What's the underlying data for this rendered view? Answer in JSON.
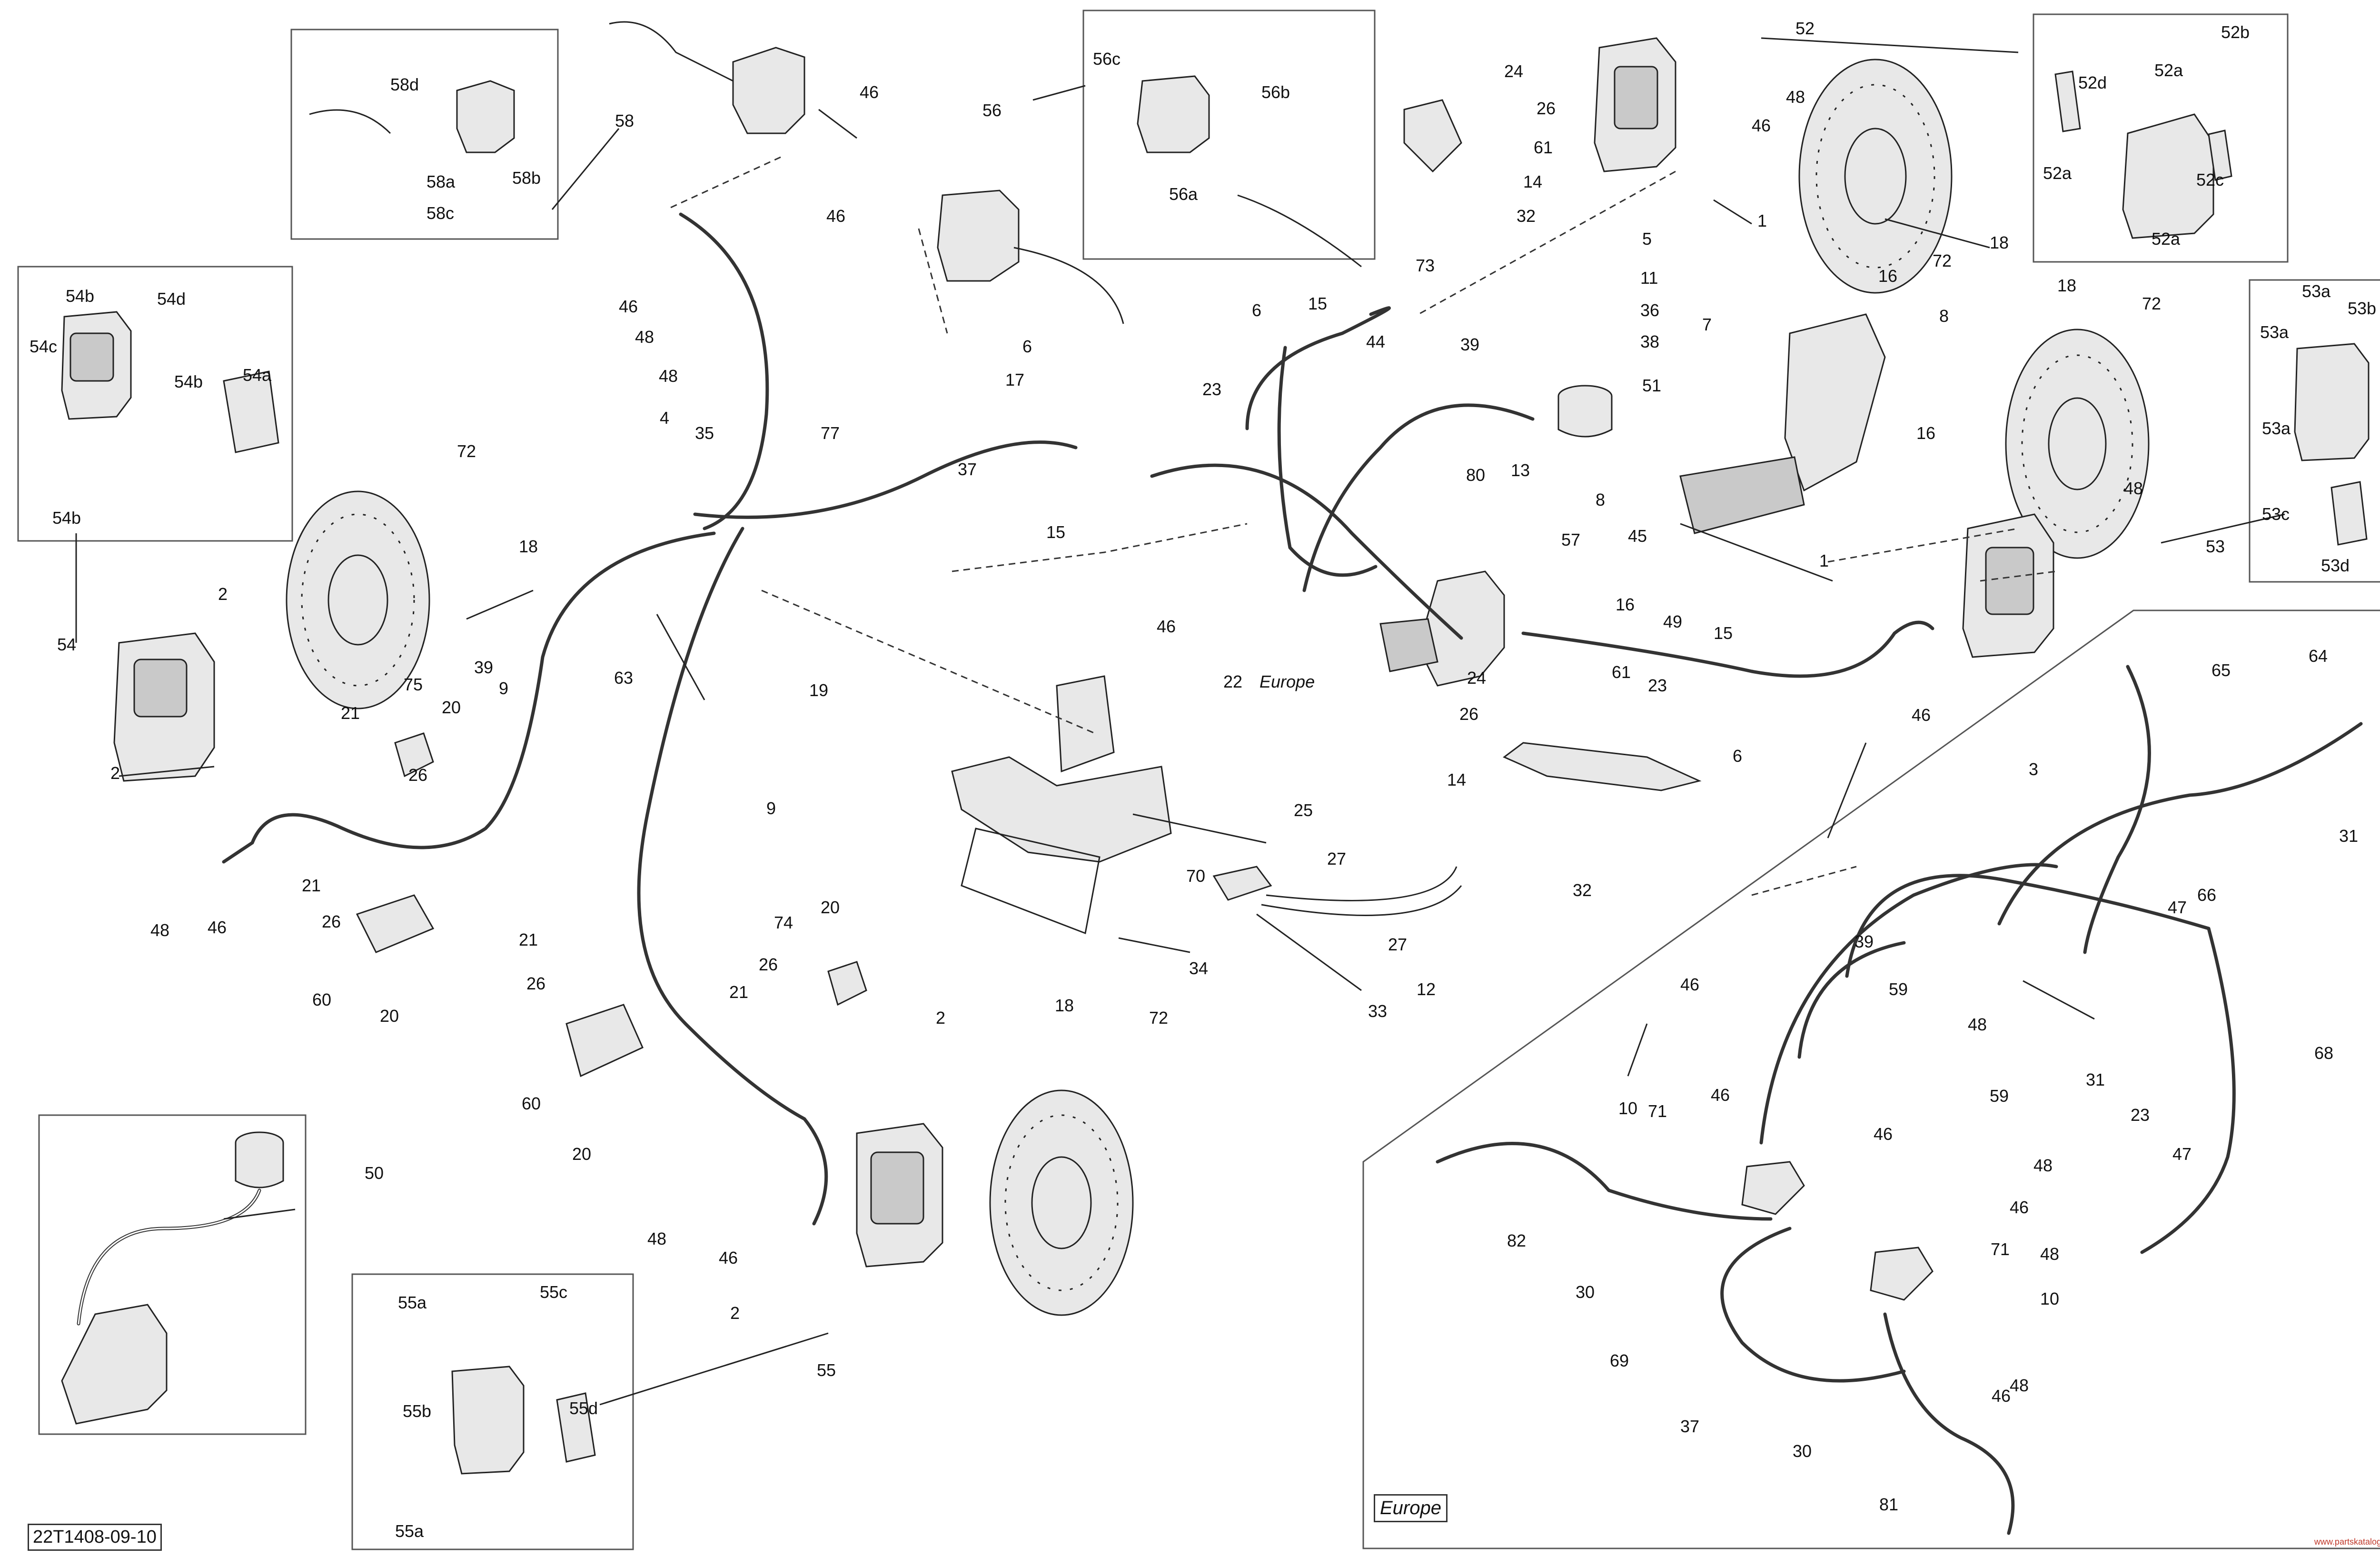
{
  "diagram": {
    "reference_code": "22T1408-09-10",
    "europe_label": "Europe",
    "watermark": "www.partskatalog.ru",
    "colors": {
      "line": "#222222",
      "part_fill": "#e8e8e8",
      "frame": "#555555"
    },
    "callouts": [
      {
        "id": "58d",
        "label": "58d"
      },
      {
        "id": "58c",
        "label": "58c"
      },
      {
        "id": "58a",
        "label": "58a"
      },
      {
        "id": "58b",
        "label": "58b"
      },
      {
        "id": "58",
        "label": "58"
      },
      {
        "id": "46-a",
        "label": "46"
      },
      {
        "id": "56c",
        "label": "56c"
      },
      {
        "id": "56b",
        "label": "56b"
      },
      {
        "id": "56a",
        "label": "56a"
      },
      {
        "id": "56",
        "label": "56"
      },
      {
        "id": "24-a",
        "label": "24"
      },
      {
        "id": "26-a",
        "label": "26"
      },
      {
        "id": "61-a",
        "label": "61"
      },
      {
        "id": "14-a",
        "label": "14"
      },
      {
        "id": "32-a",
        "label": "32"
      },
      {
        "id": "52",
        "label": "52"
      },
      {
        "id": "48-a",
        "label": "48"
      },
      {
        "id": "46-b",
        "label": "46"
      },
      {
        "id": "1-a",
        "label": "1"
      },
      {
        "id": "72-a",
        "label": "72"
      },
      {
        "id": "18-a",
        "label": "18"
      },
      {
        "id": "52b",
        "label": "52b"
      },
      {
        "id": "52d",
        "label": "52d"
      },
      {
        "id": "52a-1",
        "label": "52a"
      },
      {
        "id": "52a-2",
        "label": "52a"
      },
      {
        "id": "52c",
        "label": "52c"
      },
      {
        "id": "52a-3",
        "label": "52a"
      },
      {
        "id": "54b-1",
        "label": "54b"
      },
      {
        "id": "54d",
        "label": "54d"
      },
      {
        "id": "54c",
        "label": "54c"
      },
      {
        "id": "54b-2",
        "label": "54b"
      },
      {
        "id": "54a",
        "label": "54a"
      },
      {
        "id": "54b-3",
        "label": "54b"
      },
      {
        "id": "54",
        "label": "54"
      },
      {
        "id": "2-a",
        "label": "2"
      },
      {
        "id": "2-b",
        "label": "2"
      },
      {
        "id": "48-b",
        "label": "48"
      },
      {
        "id": "46-c",
        "label": "46"
      },
      {
        "id": "72-b",
        "label": "72"
      },
      {
        "id": "18-b",
        "label": "18"
      },
      {
        "id": "39-a",
        "label": "39"
      },
      {
        "id": "46-d",
        "label": "46"
      },
      {
        "id": "48-c",
        "label": "48"
      },
      {
        "id": "48-d",
        "label": "48"
      },
      {
        "id": "46-e",
        "label": "46"
      },
      {
        "id": "4",
        "label": "4"
      },
      {
        "id": "35",
        "label": "35"
      },
      {
        "id": "77",
        "label": "77"
      },
      {
        "id": "6-a",
        "label": "6"
      },
      {
        "id": "17",
        "label": "17"
      },
      {
        "id": "37-a",
        "label": "37"
      },
      {
        "id": "15-a",
        "label": "15"
      },
      {
        "id": "23-a",
        "label": "23"
      },
      {
        "id": "6-b",
        "label": "6"
      },
      {
        "id": "15-b",
        "label": "15"
      },
      {
        "id": "44",
        "label": "44"
      },
      {
        "id": "73",
        "label": "73"
      },
      {
        "id": "39-b",
        "label": "39"
      },
      {
        "id": "80",
        "label": "80"
      },
      {
        "id": "46-f",
        "label": "46"
      },
      {
        "id": "22",
        "label": "22"
      },
      {
        "id": "europe-22",
        "label": "Europe"
      },
      {
        "id": "5",
        "label": "5"
      },
      {
        "id": "11",
        "label": "11"
      },
      {
        "id": "36",
        "label": "36"
      },
      {
        "id": "38",
        "label": "38"
      },
      {
        "id": "51",
        "label": "51"
      },
      {
        "id": "13",
        "label": "13"
      },
      {
        "id": "57",
        "label": "57"
      },
      {
        "id": "16-a",
        "label": "16"
      },
      {
        "id": "7",
        "label": "7"
      },
      {
        "id": "8-a",
        "label": "8"
      },
      {
        "id": "16-b",
        "label": "16"
      },
      {
        "id": "8-b",
        "label": "8"
      },
      {
        "id": "45",
        "label": "45"
      },
      {
        "id": "16-c",
        "label": "16"
      },
      {
        "id": "49",
        "label": "49"
      },
      {
        "id": "18-c",
        "label": "18"
      },
      {
        "id": "72-c",
        "label": "72"
      },
      {
        "id": "53a-1",
        "label": "53a"
      },
      {
        "id": "53b",
        "label": "53b"
      },
      {
        "id": "53a-2",
        "label": "53a"
      },
      {
        "id": "53a-3",
        "label": "53a"
      },
      {
        "id": "53c",
        "label": "53c"
      },
      {
        "id": "53d",
        "label": "53d"
      },
      {
        "id": "53",
        "label": "53"
      },
      {
        "id": "48-e",
        "label": "48"
      },
      {
        "id": "1-b",
        "label": "1"
      },
      {
        "id": "15-c",
        "label": "15"
      },
      {
        "id": "46-g",
        "label": "46"
      },
      {
        "id": "24-b",
        "label": "24"
      },
      {
        "id": "23-b",
        "label": "23"
      },
      {
        "id": "26-b",
        "label": "26"
      },
      {
        "id": "61-b",
        "label": "61"
      },
      {
        "id": "14-b",
        "label": "14"
      },
      {
        "id": "6-c",
        "label": "6"
      },
      {
        "id": "32-b",
        "label": "32"
      },
      {
        "id": "19",
        "label": "19"
      },
      {
        "id": "63",
        "label": "63"
      },
      {
        "id": "75",
        "label": "75"
      },
      {
        "id": "21-a",
        "label": "21"
      },
      {
        "id": "20-a",
        "label": "20"
      },
      {
        "id": "9-a",
        "label": "9"
      },
      {
        "id": "26-c",
        "label": "26"
      },
      {
        "id": "21-b",
        "label": "21"
      },
      {
        "id": "26-d",
        "label": "26"
      },
      {
        "id": "60-a",
        "label": "60"
      },
      {
        "id": "20-b",
        "label": "20"
      },
      {
        "id": "9-b",
        "label": "9"
      },
      {
        "id": "70",
        "label": "70"
      },
      {
        "id": "34",
        "label": "34"
      },
      {
        "id": "25",
        "label": "25"
      },
      {
        "id": "27-a",
        "label": "27"
      },
      {
        "id": "27-b",
        "label": "27"
      },
      {
        "id": "12",
        "label": "12"
      },
      {
        "id": "33",
        "label": "33"
      },
      {
        "id": "21-c",
        "label": "21"
      },
      {
        "id": "26-e",
        "label": "26"
      },
      {
        "id": "60-b",
        "label": "60"
      },
      {
        "id": "20-c",
        "label": "20"
      },
      {
        "id": "74",
        "label": "74"
      },
      {
        "id": "20-d",
        "label": "20"
      },
      {
        "id": "26-f",
        "label": "26"
      },
      {
        "id": "21-d",
        "label": "21"
      },
      {
        "id": "2-c",
        "label": "2"
      },
      {
        "id": "2-d",
        "label": "2"
      },
      {
        "id": "18-d",
        "label": "18"
      },
      {
        "id": "72-d",
        "label": "72"
      },
      {
        "id": "48-f",
        "label": "48"
      },
      {
        "id": "46-h",
        "label": "46"
      },
      {
        "id": "55",
        "label": "55"
      },
      {
        "id": "50",
        "label": "50"
      },
      {
        "id": "55a-1",
        "label": "55a"
      },
      {
        "id": "55c",
        "label": "55c"
      },
      {
        "id": "55b",
        "label": "55b"
      },
      {
        "id": "55d",
        "label": "55d"
      },
      {
        "id": "55a-2",
        "label": "55a"
      },
      {
        "id": "3",
        "label": "3"
      },
      {
        "id": "65",
        "label": "65"
      },
      {
        "id": "64",
        "label": "64"
      },
      {
        "id": "31-a",
        "label": "31"
      },
      {
        "id": "47-a",
        "label": "47"
      },
      {
        "id": "66",
        "label": "66"
      },
      {
        "id": "46-i",
        "label": "46"
      },
      {
        "id": "39-c",
        "label": "39"
      },
      {
        "id": "59-a",
        "label": "59"
      },
      {
        "id": "48-g",
        "label": "48"
      },
      {
        "id": "31-b",
        "label": "31"
      },
      {
        "id": "68",
        "label": "68"
      },
      {
        "id": "10-a",
        "label": "10"
      },
      {
        "id": "71-a",
        "label": "71"
      },
      {
        "id": "46-j",
        "label": "46"
      },
      {
        "id": "59-b",
        "label": "59"
      },
      {
        "id": "46-k",
        "label": "46"
      },
      {
        "id": "48-h",
        "label": "48"
      },
      {
        "id": "46-l",
        "label": "46"
      },
      {
        "id": "23-c",
        "label": "23"
      },
      {
        "id": "47-b",
        "label": "47"
      },
      {
        "id": "82",
        "label": "82"
      },
      {
        "id": "71-b",
        "label": "71"
      },
      {
        "id": "48-i",
        "label": "48"
      },
      {
        "id": "10-b",
        "label": "10"
      },
      {
        "id": "30-a",
        "label": "30"
      },
      {
        "id": "69",
        "label": "69"
      },
      {
        "id": "46-m",
        "label": "46"
      },
      {
        "id": "48-j",
        "label": "48"
      },
      {
        "id": "37-b",
        "label": "37"
      },
      {
        "id": "30-b",
        "label": "30"
      },
      {
        "id": "81",
        "label": "81"
      }
    ]
  }
}
